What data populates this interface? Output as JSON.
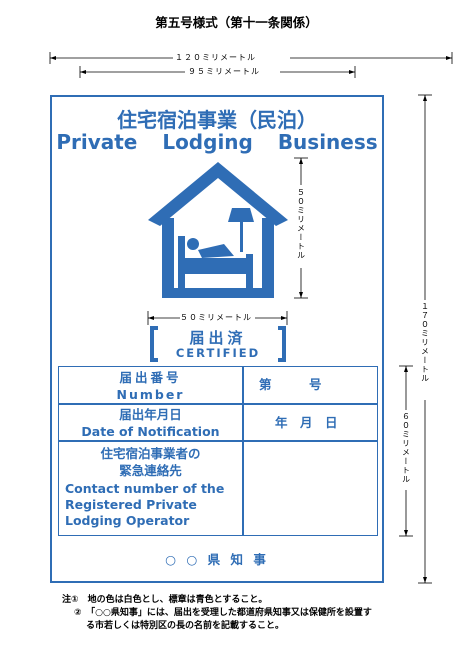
{
  "form_title": "第五号様式（第十一条関係）",
  "dimensions": {
    "width_outer": "１２０ミリメートル",
    "width_inner": "９５ミリメートル",
    "height_total": "１７０ミリメートル",
    "height_lower": "６０ミリメートル",
    "icon_height": "５０ミリメートル",
    "icon_width": "５０ミリメートル"
  },
  "sign": {
    "title_jp": "住宅宿泊事業（民泊）",
    "title_en": "Private Lodging Business",
    "icon": "house-bed-icon",
    "status_jp": "届出済",
    "status_en": "CERTIFIED",
    "rows": [
      {
        "label_jp": "届出番号",
        "label_en": "Number",
        "value": "第　　　号"
      },
      {
        "label_jp": "届出年月日",
        "label_en": "Date of Notification",
        "value": "年　月　日"
      },
      {
        "label_jp": "住宅宿泊事業者の\n緊急連絡先",
        "label_en": "Contact number of the Registered Private Lodging Operator",
        "value": ""
      }
    ],
    "governor": "○ ○ 県 知 事"
  },
  "notes": [
    "注①　地の色は白色とし、標章は青色とすること。",
    "②　「○○県知事」には、届出を受理した都道府県知事又は保健所を設置す",
    "る市若しくは特別区の長の名前を記載すること。"
  ],
  "colors": {
    "accent": "#2f6db5"
  }
}
